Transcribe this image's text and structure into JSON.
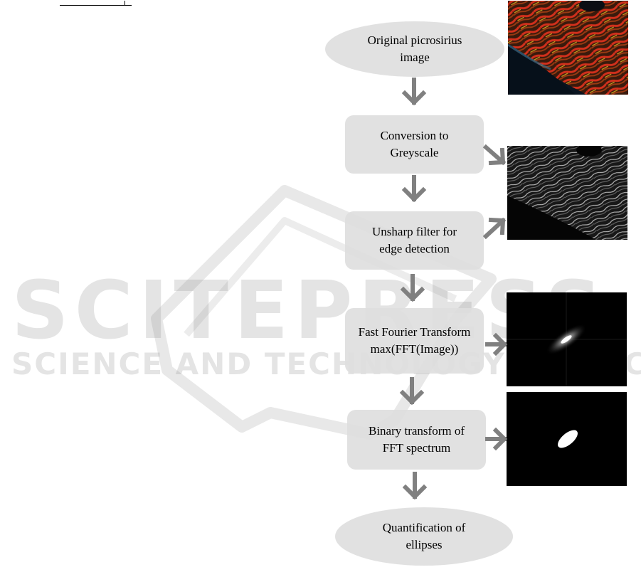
{
  "watermark": {
    "line1": "SCITEPRESS",
    "line2": "SCIENCE AND TECHNOLOGY PUBLICATIONS"
  },
  "flowchart": {
    "nodes": [
      {
        "id": "start",
        "shape": "ellipse",
        "label": "Original picrosirius\nimage"
      },
      {
        "id": "grey",
        "shape": "rounded-rect",
        "label": "Conversion to\nGreyscale"
      },
      {
        "id": "unsharp",
        "shape": "rounded-rect",
        "label": "Unsharp filter for\nedge detection"
      },
      {
        "id": "fft",
        "shape": "rounded-rect",
        "label": "Fast Fourier Transform\nmax(FFT(Image))"
      },
      {
        "id": "binary",
        "shape": "rounded-rect",
        "label": "Binary transform of\nFFT spectrum"
      },
      {
        "id": "end",
        "shape": "ellipse",
        "label": "Quantification of\nellipses"
      }
    ],
    "edges": [
      [
        "start",
        "grey"
      ],
      [
        "grey",
        "unsharp"
      ],
      [
        "unsharp",
        "fft"
      ],
      [
        "fft",
        "binary"
      ],
      [
        "binary",
        "end"
      ]
    ],
    "side_images": [
      {
        "id": "original",
        "name": "picrosirius-image"
      },
      {
        "id": "grey",
        "name": "greyscale-image"
      },
      {
        "id": "fft",
        "name": "fft-spectrum-image"
      },
      {
        "id": "binary",
        "name": "binary-fft-image"
      }
    ],
    "colors": {
      "arrow": "#808080",
      "node_fill": "#dedede"
    }
  }
}
